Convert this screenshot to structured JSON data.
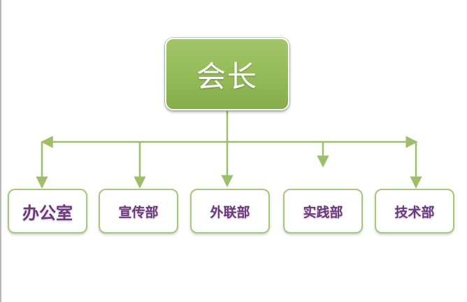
{
  "org_chart": {
    "root": {
      "label": "会长"
    },
    "departments": [
      {
        "label": "办公室"
      },
      {
        "label": "宣传部"
      },
      {
        "label": "外联部"
      },
      {
        "label": "实践部"
      },
      {
        "label": "技术部"
      }
    ]
  },
  "colors": {
    "root_fill": "#93ba57",
    "connector": "#9dbf6a",
    "department_border": "#a8c77a",
    "department_text": "#6a3a7a"
  }
}
